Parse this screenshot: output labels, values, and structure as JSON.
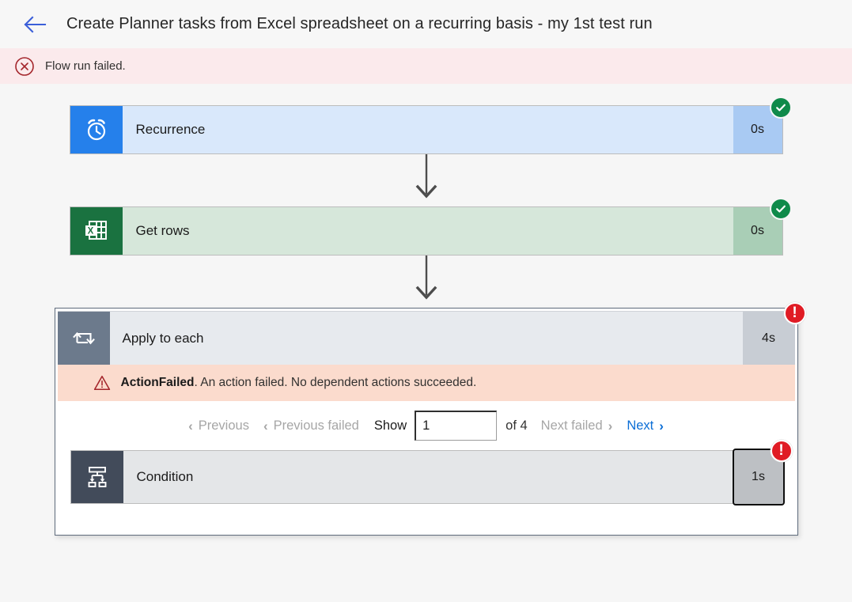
{
  "header": {
    "back_icon": "arrow-left-icon",
    "title": "Create Planner tasks from Excel spreadsheet on a recurring basis - my 1st test run"
  },
  "banner": {
    "icon": "error-circle-x-icon",
    "text": "Flow run failed.",
    "background": "#fbeaec",
    "icon_color": "#a4262c"
  },
  "flow": {
    "steps": [
      {
        "name": "Recurrence",
        "icon": "alarm-clock-icon",
        "duration": "0s",
        "status": "succeeded",
        "status_icon": "check-circle-icon",
        "icon_bg": "#2580eb",
        "body_bg": "#d9e8fb",
        "duration_bg": "#a9caf3"
      },
      {
        "name": "Get rows",
        "icon": "excel-spreadsheet-icon",
        "duration": "0s",
        "status": "succeeded",
        "status_icon": "check-circle-icon",
        "icon_bg": "#1a7240",
        "body_bg": "#d6e7da",
        "duration_bg": "#a9ceb6"
      }
    ],
    "scope": {
      "name": "Apply to each",
      "icon": "loop-repeat-icon",
      "duration": "4s",
      "status": "failed",
      "status_icon": "error-exclamation-icon",
      "icon_bg": "#6c7a8c",
      "body_bg": "#e7eaee",
      "duration_bg": "#c8cdd4",
      "error": {
        "icon": "warning-triangle-icon",
        "code": "ActionFailed",
        "message": ". An action failed. No dependent actions succeeded."
      },
      "pager": {
        "previous_label": "Previous",
        "previous_failed_label": "Previous failed",
        "show_label": "Show",
        "page_value": "1",
        "page_placeholder": "",
        "of_label": "of 4",
        "next_failed_label": "Next failed",
        "next_label": "Next",
        "prev_chevron": "‹",
        "next_chevron": "›",
        "next_enabled": true,
        "active_color": "#0b6ed6",
        "disabled_color": "#a6a6a6"
      },
      "children": [
        {
          "name": "Condition",
          "icon": "condition-branch-icon",
          "duration": "1s",
          "status": "failed",
          "status_icon": "error-exclamation-icon",
          "icon_bg": "#424b5a",
          "body_bg": "#e4e6e8",
          "duration_bg": "#bdc0c4"
        }
      ]
    }
  }
}
